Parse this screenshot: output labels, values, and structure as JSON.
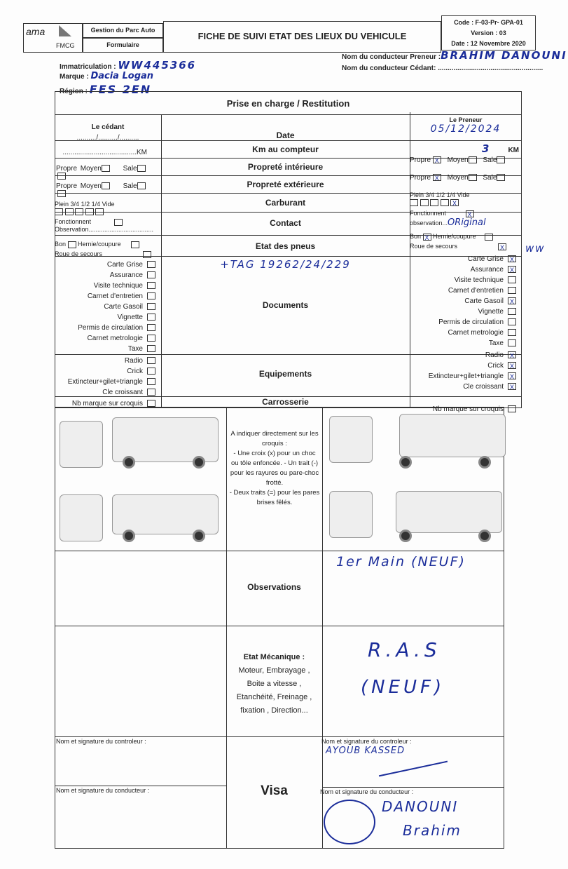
{
  "header": {
    "logo1": "ama",
    "logo2": "FMCG",
    "dept": "Gestion du Parc Auto",
    "type": "Formulaire",
    "title": "FICHE DE SUIVI ETAT DES LIEUX DU VEHICULE",
    "code": "Code : F-03-Pr- GPA-01",
    "version": "Version : 03",
    "date": "Date : 12 Novembre 2020"
  },
  "vehicle": {
    "immat_label": "Immatriculation :",
    "immat": "WW445366",
    "marque_label": "Marque :",
    "marque": "Dacia Logan",
    "region_label": "Région :",
    "region": "FES 2EN",
    "preneur_label": "Nom du conducteur Preneur :",
    "preneur": "BRAHIM DANOUNI",
    "cedant_label": "Nom du conducteur Cédant:",
    "cedant": "......................................................"
  },
  "table": {
    "title": "Prise en charge / Restitution",
    "cedant": "Le cédant",
    "preneur": "Le Preneur",
    "date_label": "Date",
    "date_left": "........../........../..........",
    "date_right": "05/12/2024",
    "km_label": "Km au compteur",
    "km_left": "......................................KM",
    "km_right": "3",
    "km_unit": "KM",
    "prop_int": "Propreté intérieure",
    "prop_ext": "Propreté extérieure",
    "carburant": "Carburant",
    "contact": "Contact",
    "pneus": "Etat des pneus",
    "propre": "Propre",
    "moyen": "Moyen",
    "sale": "Sale",
    "fuel": [
      "Plein",
      "3/4",
      "1/2",
      "1/4",
      "Vide"
    ],
    "fonctionnent": "Fonctionnent",
    "observation_left": "Observation.....................................",
    "observation_right_label": "observation...",
    "observation_right": "ORiginal",
    "bon": "Bon",
    "hernie": "Hernie/coupure",
    "roue": "Roue de secours",
    "documents_label": "Documents",
    "documents_note": "+TAG 19262/24/229",
    "margin_note": "ww",
    "documents": [
      "Carte Grise",
      "Assurance",
      "Visite technique",
      "Carnet d'entretien",
      "Carte Gasoil",
      "Vignette",
      "Permis de circulation",
      "Carnet metrologie",
      "Taxe"
    ],
    "documents_right_checked": [
      true,
      true,
      false,
      false,
      true,
      false,
      false,
      false,
      false
    ],
    "equipements_label": "Equipements",
    "equipements": [
      "Radio",
      "Crick",
      "Extincteur+gilet+triangle",
      "Cle croissant"
    ],
    "carrosserie": "Carrosserie",
    "nb_marque": "Nb marque sur croquis",
    "croquis_text": [
      "A indiquer directement sur les croquis :",
      "- Une croix (x) pour un choc ou tôle enfoncée. - Un trait (-) pour les rayures ou pare-choc frotté.",
      "- Deux traits (=) pour les pares brises fêlés."
    ],
    "observations_label": "Observations",
    "observations": "1er Main (NEUF)",
    "mecanique_label": "Etat Mécanique  :",
    "mecanique_detail": "Moteur, Embrayage , Boite a vitesse , Etanchéité, Freinage , fixation , Direction...",
    "mecanique": [
      "R.A.S",
      "(NEUF)"
    ],
    "sig_controleur": "Nom et signature du controleur :",
    "sig_conducteur": "Nom et signature du conducteur :",
    "visa": "Visa",
    "controleur_name": "AYOUB KASSED",
    "conducteur_sig": [
      "DANOUNI",
      "Brahim"
    ]
  }
}
